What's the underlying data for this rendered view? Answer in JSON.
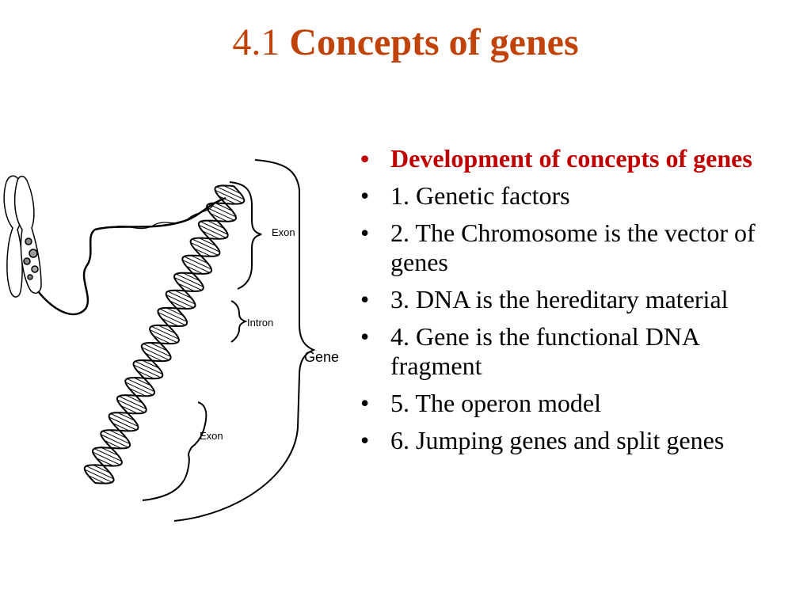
{
  "colors": {
    "title": "#c0440a",
    "heading": "#c00000",
    "text": "#000000",
    "line": "#000000"
  },
  "slide": {
    "title_number": "4.1",
    "title_text": "Concepts of genes"
  },
  "diagram": {
    "labels": {
      "exon_top": "Exon",
      "intron": "Intron",
      "gene": "Gene",
      "exon_bottom": "Exon"
    }
  },
  "bullets": {
    "bullet_symbol": "•",
    "items": [
      "Development of concepts of genes",
      "1. Genetic factors",
      "2. The Chromosome is the vector of  genes",
      "3. DNA is the hereditary material",
      "4. Gene is the functional DNA fragment",
      "5. The operon model",
      "6. Jumping genes and split genes"
    ]
  }
}
